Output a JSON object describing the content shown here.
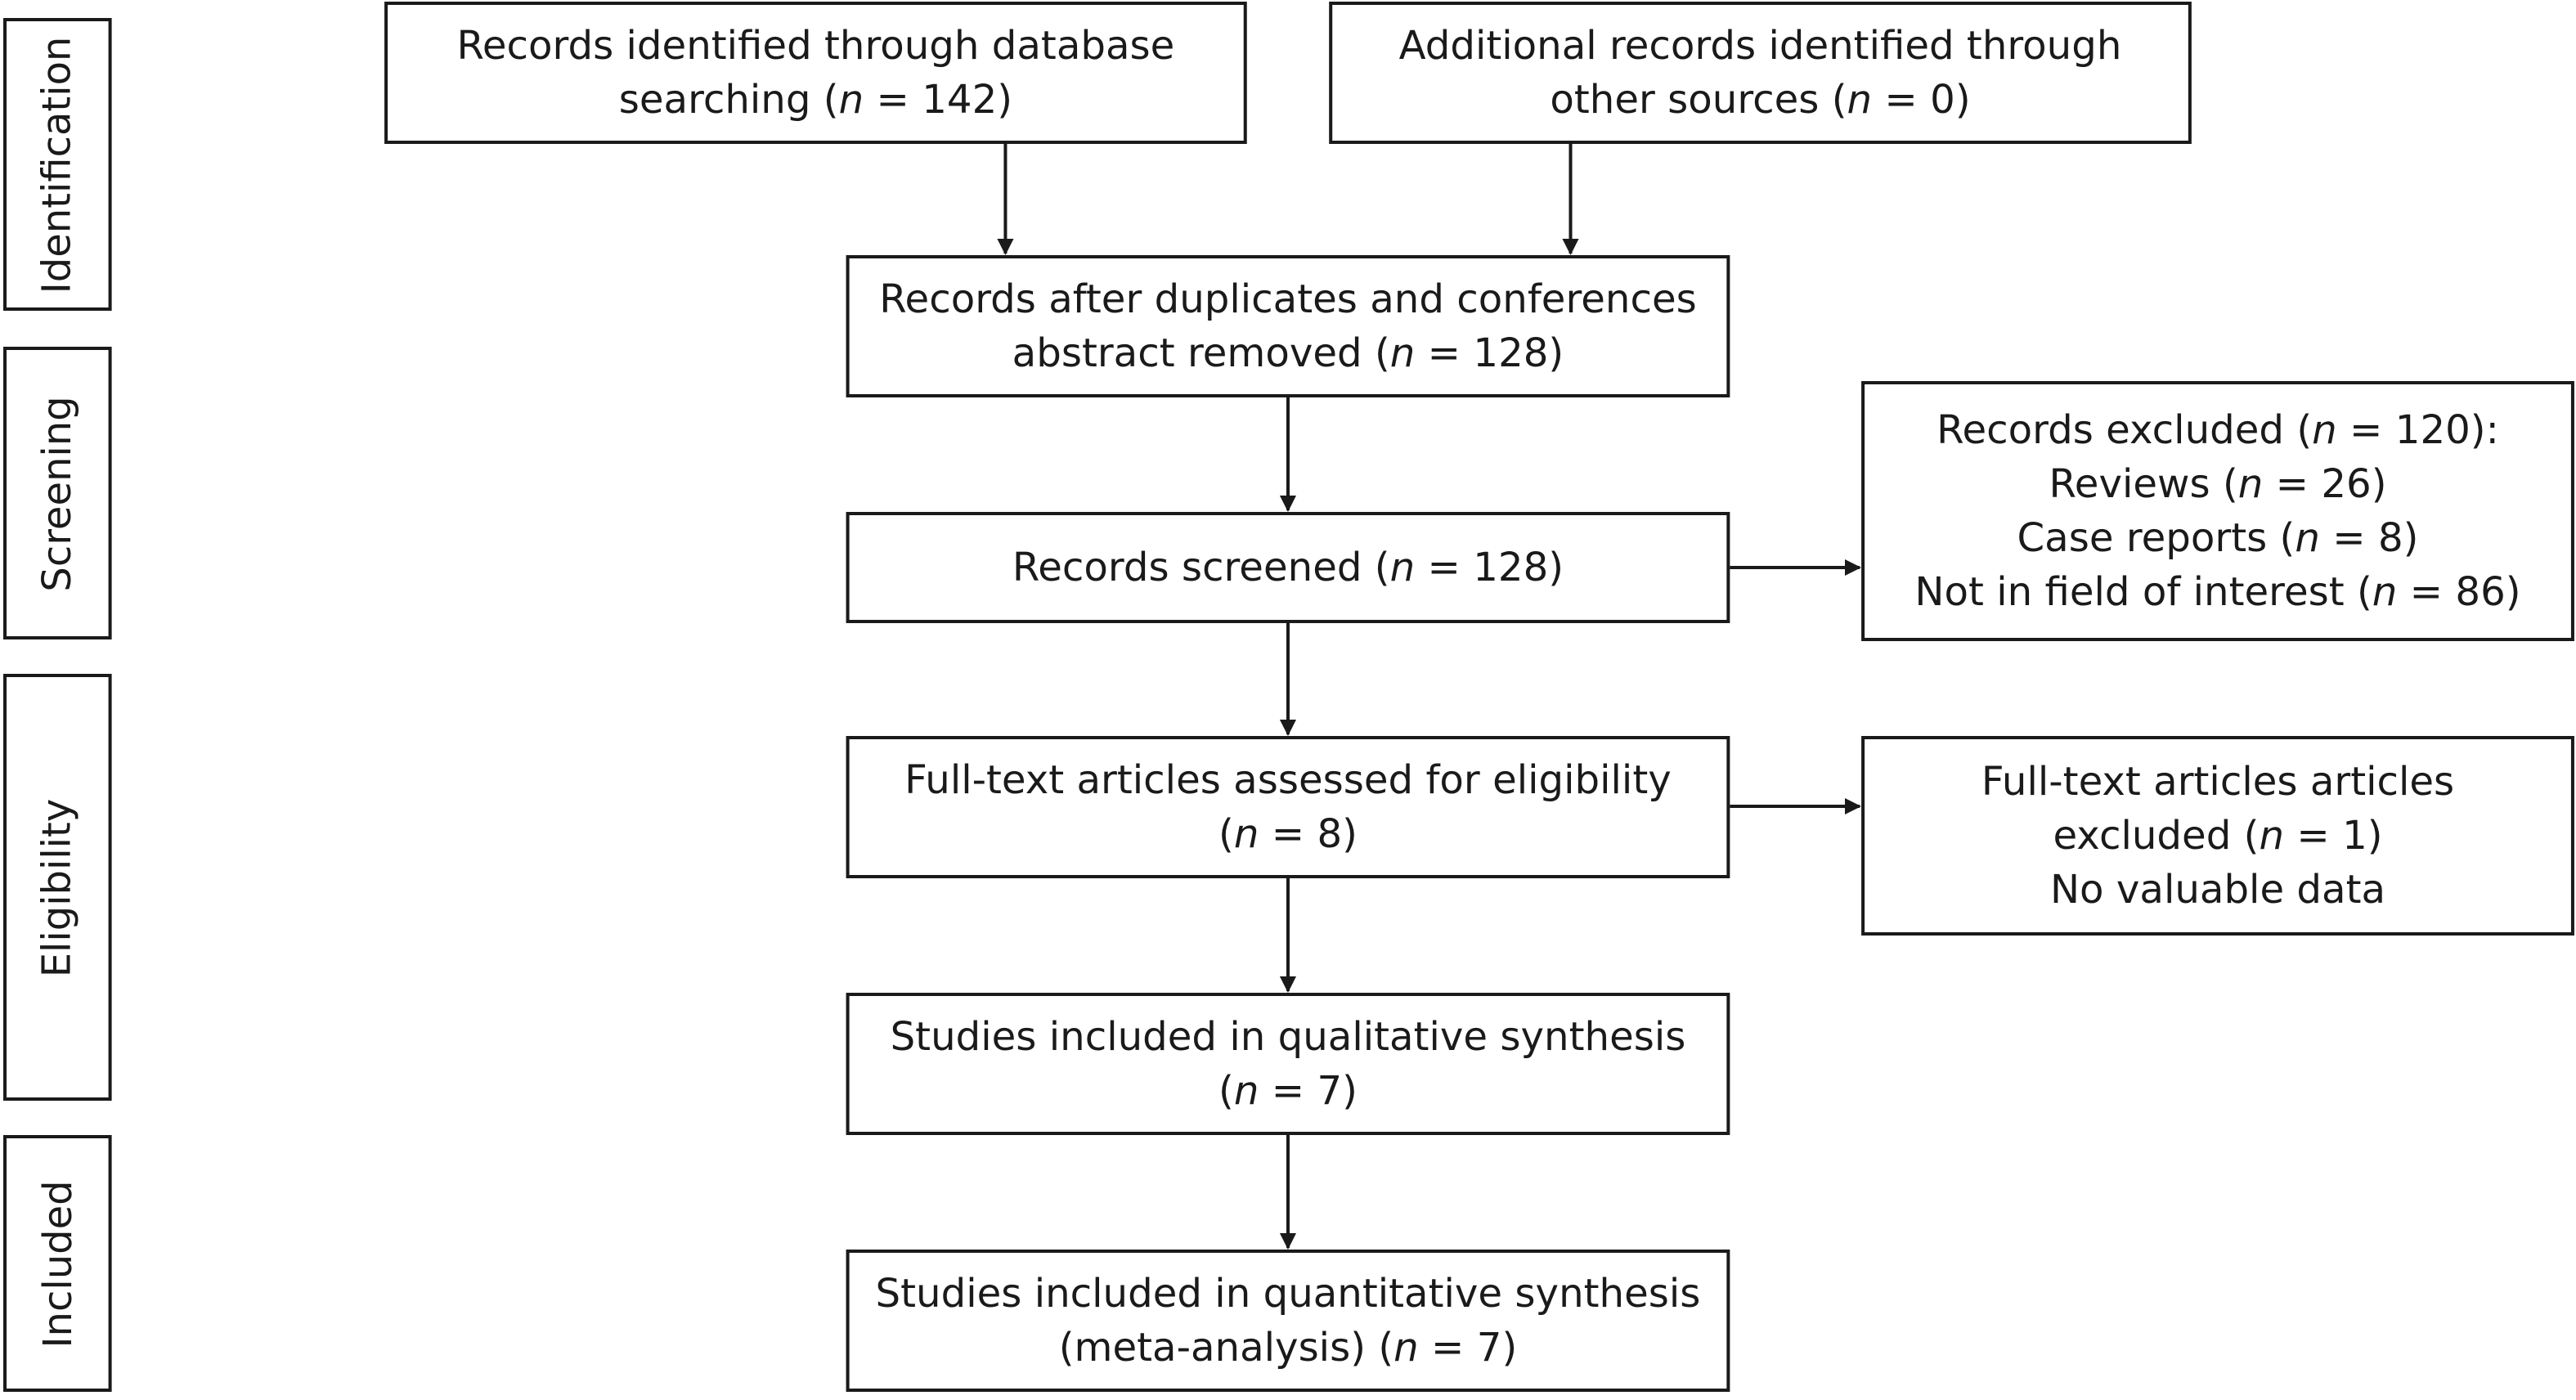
{
  "stages": {
    "identification": "Identification",
    "screening": "Screening",
    "eligibility": "Eligibility",
    "included": "Included"
  },
  "boxes": {
    "database": {
      "line1": "Records identified through database",
      "line2_pre": "searching (",
      "n_italic": "n",
      "line2_post": " = 142)"
    },
    "other_sources": {
      "line1": "Additional records identified through",
      "line2_pre": "other sources (",
      "n_italic": "n",
      "line2_post": " = 0)"
    },
    "after_duplicates": {
      "line1": "Records after duplicates and conferences",
      "line2_pre": "abstract removed (",
      "n_italic": "n",
      "line2_post": " = 128)"
    },
    "screened": {
      "line1_pre": "Records screened (",
      "n_italic": "n",
      "line1_post": " = 128)"
    },
    "records_excluded": {
      "line1_pre": "Records excluded (",
      "n1_italic": "n",
      "line1_post": " = 120):",
      "line2_pre": "Reviews (",
      "n2_italic": "n",
      "line2_post": " = 26)",
      "line3_pre": "Case reports (",
      "n3_italic": "n",
      "line3_post": " = 8)",
      "line4_pre": "Not in field of interest (",
      "n4_italic": "n",
      "line4_post": " = 86)"
    },
    "fulltext_assessed": {
      "line1": "Full-text articles assessed for eligibility",
      "line2_pre": "(",
      "n_italic": "n",
      "line2_post": " = 8)"
    },
    "fulltext_excluded": {
      "line1": "Full-text articles articles",
      "line2_pre": "excluded (",
      "n_italic": "n",
      "line2_post": " = 1)",
      "line3": "No valuable data"
    },
    "qualitative": {
      "line1": "Studies included in qualitative synthesis",
      "line2_pre": "(",
      "n_italic": "n",
      "line2_post": " = 7)"
    },
    "quantitative": {
      "line1": "Studies included in quantitative synthesis",
      "line2_pre": "(meta-analysis) (",
      "n_italic": "n",
      "line2_post": " = 7)"
    }
  }
}
